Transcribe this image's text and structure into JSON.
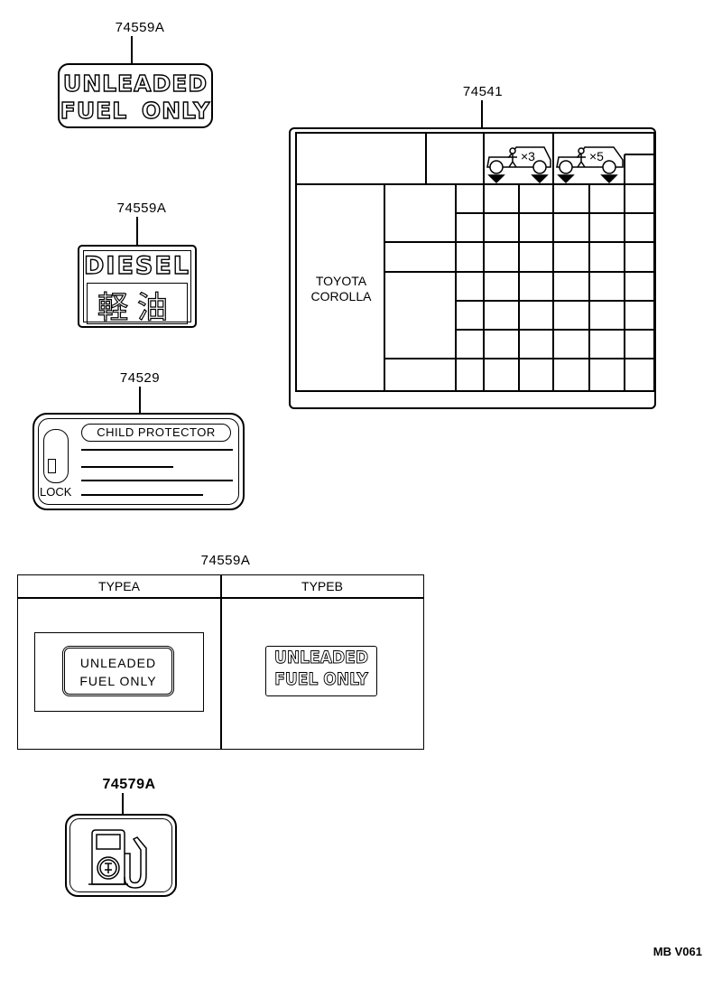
{
  "labels": {
    "unleaded_top": {
      "part_number": "74559A",
      "line1": "UNLEADED",
      "line2": "FUEL ONLY"
    },
    "diesel": {
      "part_number": "74559A",
      "line1": "DIESEL",
      "line2": "軽油"
    },
    "child_protector": {
      "part_number": "74529",
      "title": "CHILD PROTECTOR",
      "lock_label": "LOCK"
    },
    "load_table": {
      "part_number": "74541",
      "model_line1": "TOYOTA",
      "model_line2": "COROLLA",
      "icon_left_count": "×3",
      "icon_right_count": "×5"
    },
    "types": {
      "part_number": "74559A",
      "type_a": {
        "header": "TYPEA",
        "line1": "UNLEADED",
        "line2": "FUEL ONLY"
      },
      "type_b": {
        "header": "TYPEB",
        "line1": "UNLEADED",
        "line2": "FUEL ONLY"
      }
    },
    "fuel_pump": {
      "part_number": "74579A",
      "icon": "fuel-pump-icon"
    }
  },
  "footer": {
    "code": "MB V061"
  }
}
